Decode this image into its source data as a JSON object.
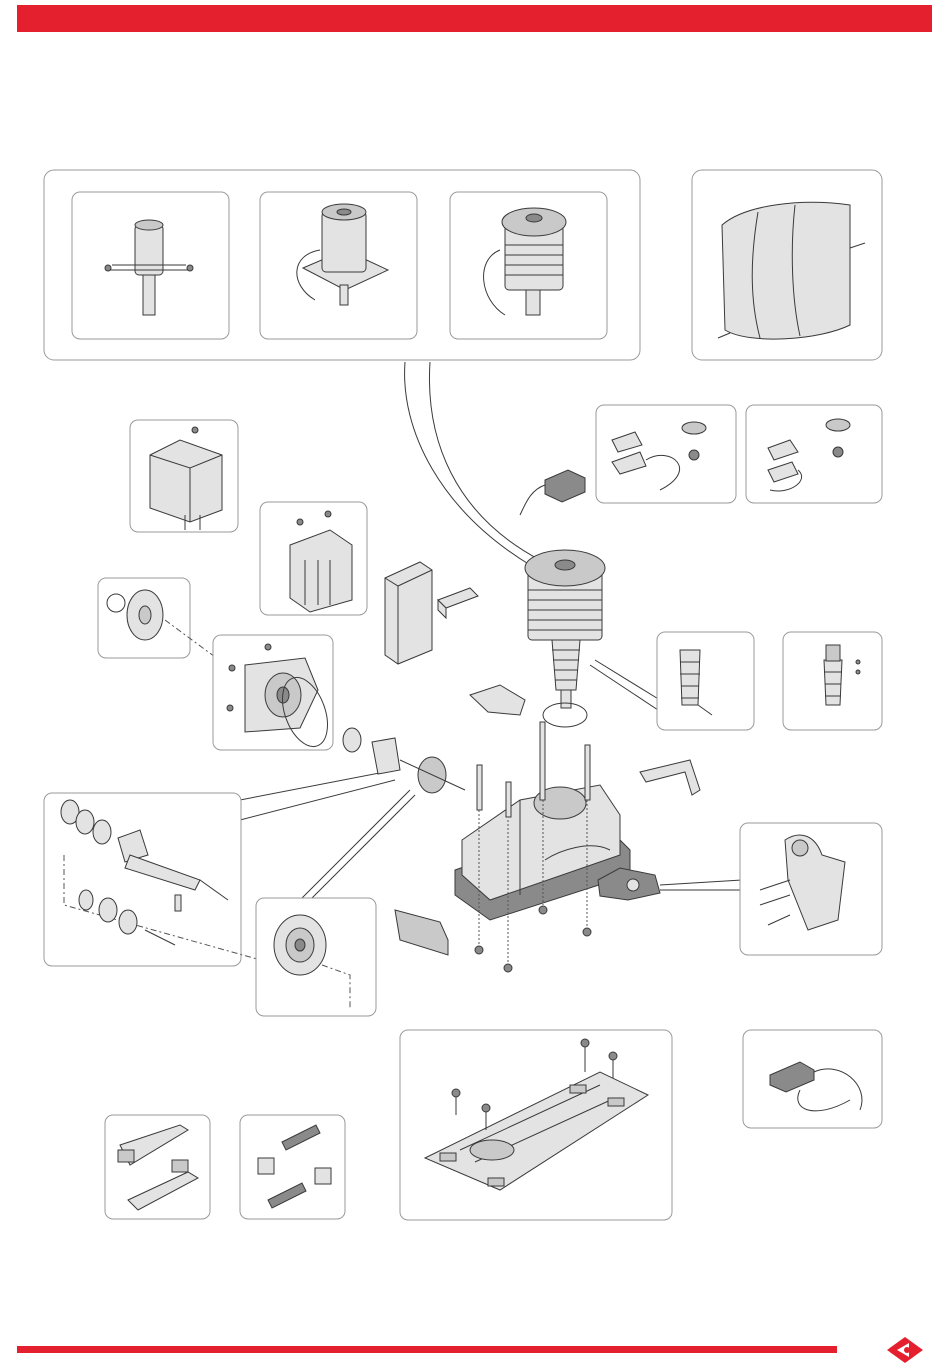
{
  "page": {
    "accent_color": "#e5202e",
    "line_color": "#3a3a3a",
    "fill_light": "#e6e6e6",
    "fill_mid": "#cfcfcf",
    "fill_dark": "#8e8e8e",
    "logo_icon": "brand-arrow-logo-icon"
  },
  "parts": [
    "motor-small-option",
    "motor-medium-option",
    "motor-large-option",
    "cover-housing",
    "capacitor",
    "control-board-bracket",
    "encoder-limit-kit-a",
    "encoder-limit-kit-b",
    "pinion-gear-kit",
    "flange-bearing-kit",
    "cable-module",
    "main-motor",
    "worm-shaft-a",
    "worm-shaft-b",
    "gearbox-housing",
    "release-handle-kit",
    "output-shaft-kit",
    "spur-gear",
    "base-plate",
    "limit-switch-module",
    "limit-cam-a",
    "limit-cam-b"
  ]
}
